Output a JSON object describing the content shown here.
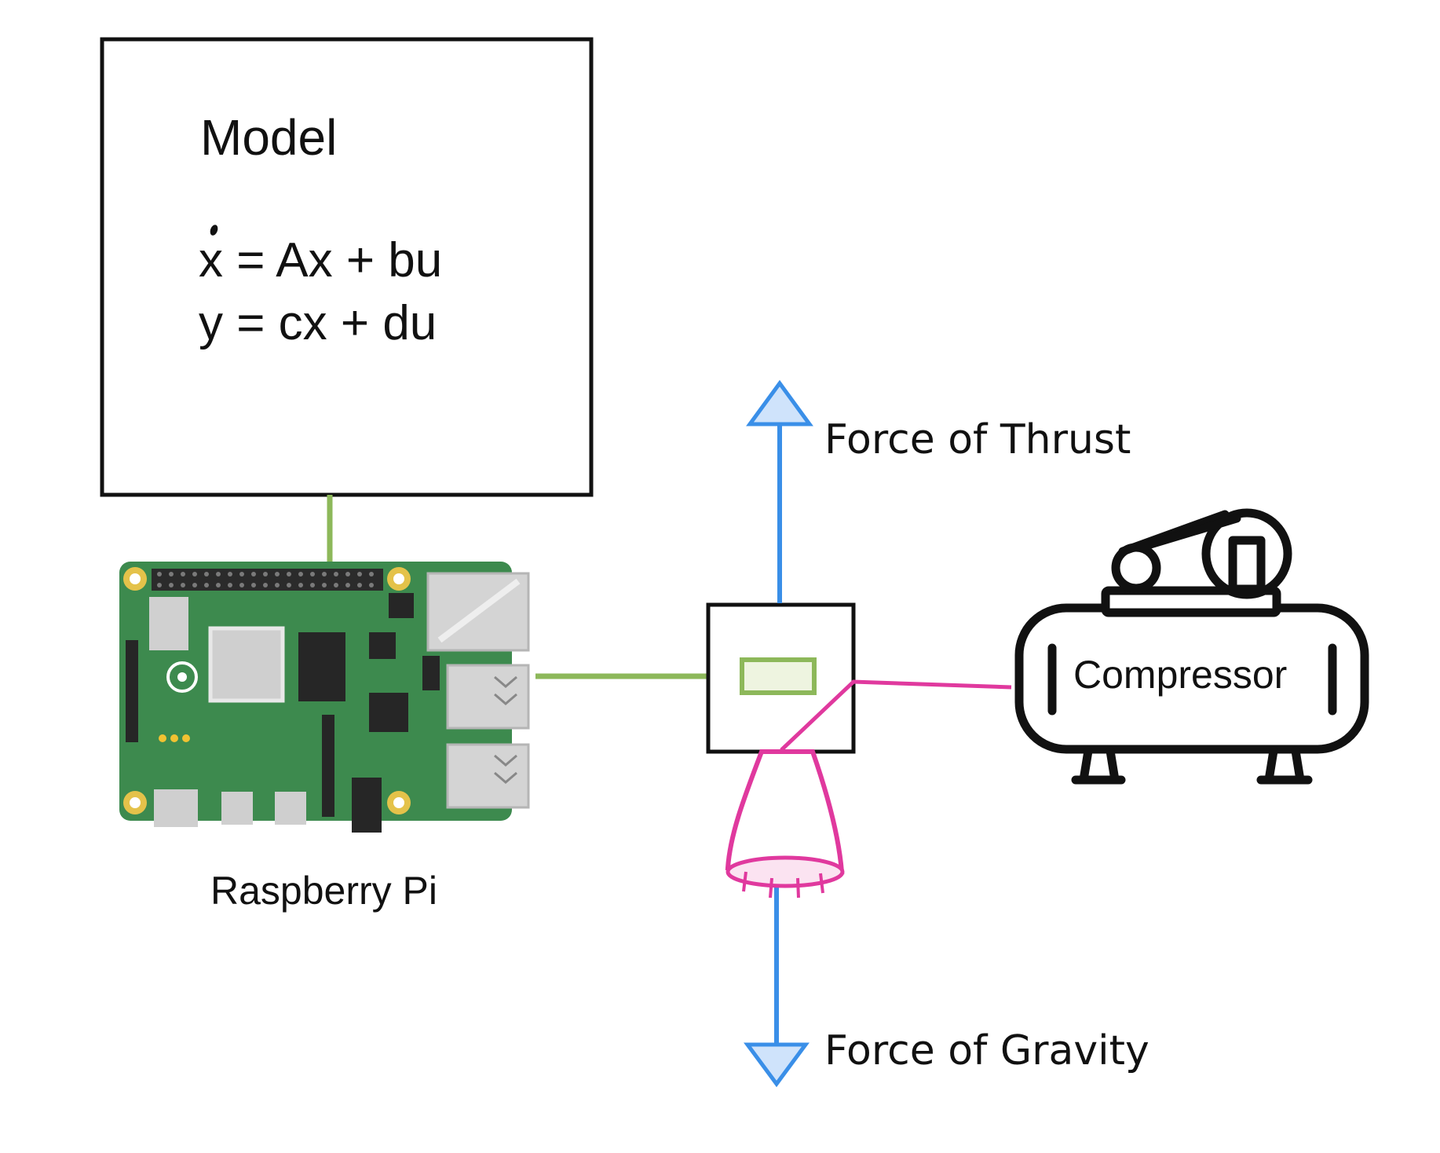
{
  "model": {
    "title": "Model",
    "equation_1": "x = Ax + bu",
    "equation_2": "y = cx + du"
  },
  "labels": {
    "raspberry_pi": "Raspberry Pi",
    "compressor": "Compressor",
    "force_thrust": "Force of Thrust",
    "force_gravity": "Force of Gravity"
  },
  "colors": {
    "line_green": "#8db85a",
    "arrow_blue": "#3a8fe8",
    "hose_pink": "#e0399e",
    "board_green": "#3d8a4e",
    "outline": "#111111"
  }
}
